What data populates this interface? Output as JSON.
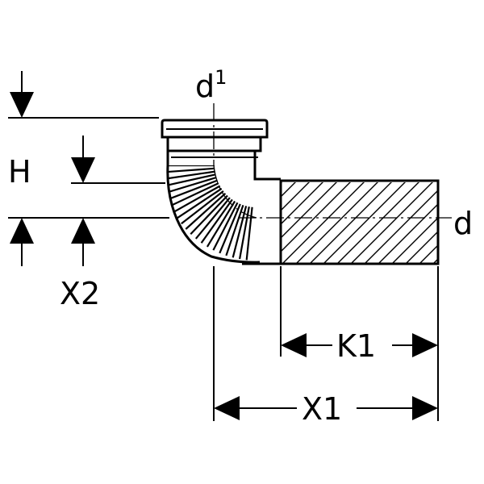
{
  "labels": {
    "top_diameter": "d",
    "top_diameter_sup": "1",
    "outlet_diameter": "d",
    "height": "H",
    "offset_vertical": "X2",
    "spigot_length": "K1",
    "overall_length": "X1"
  }
}
